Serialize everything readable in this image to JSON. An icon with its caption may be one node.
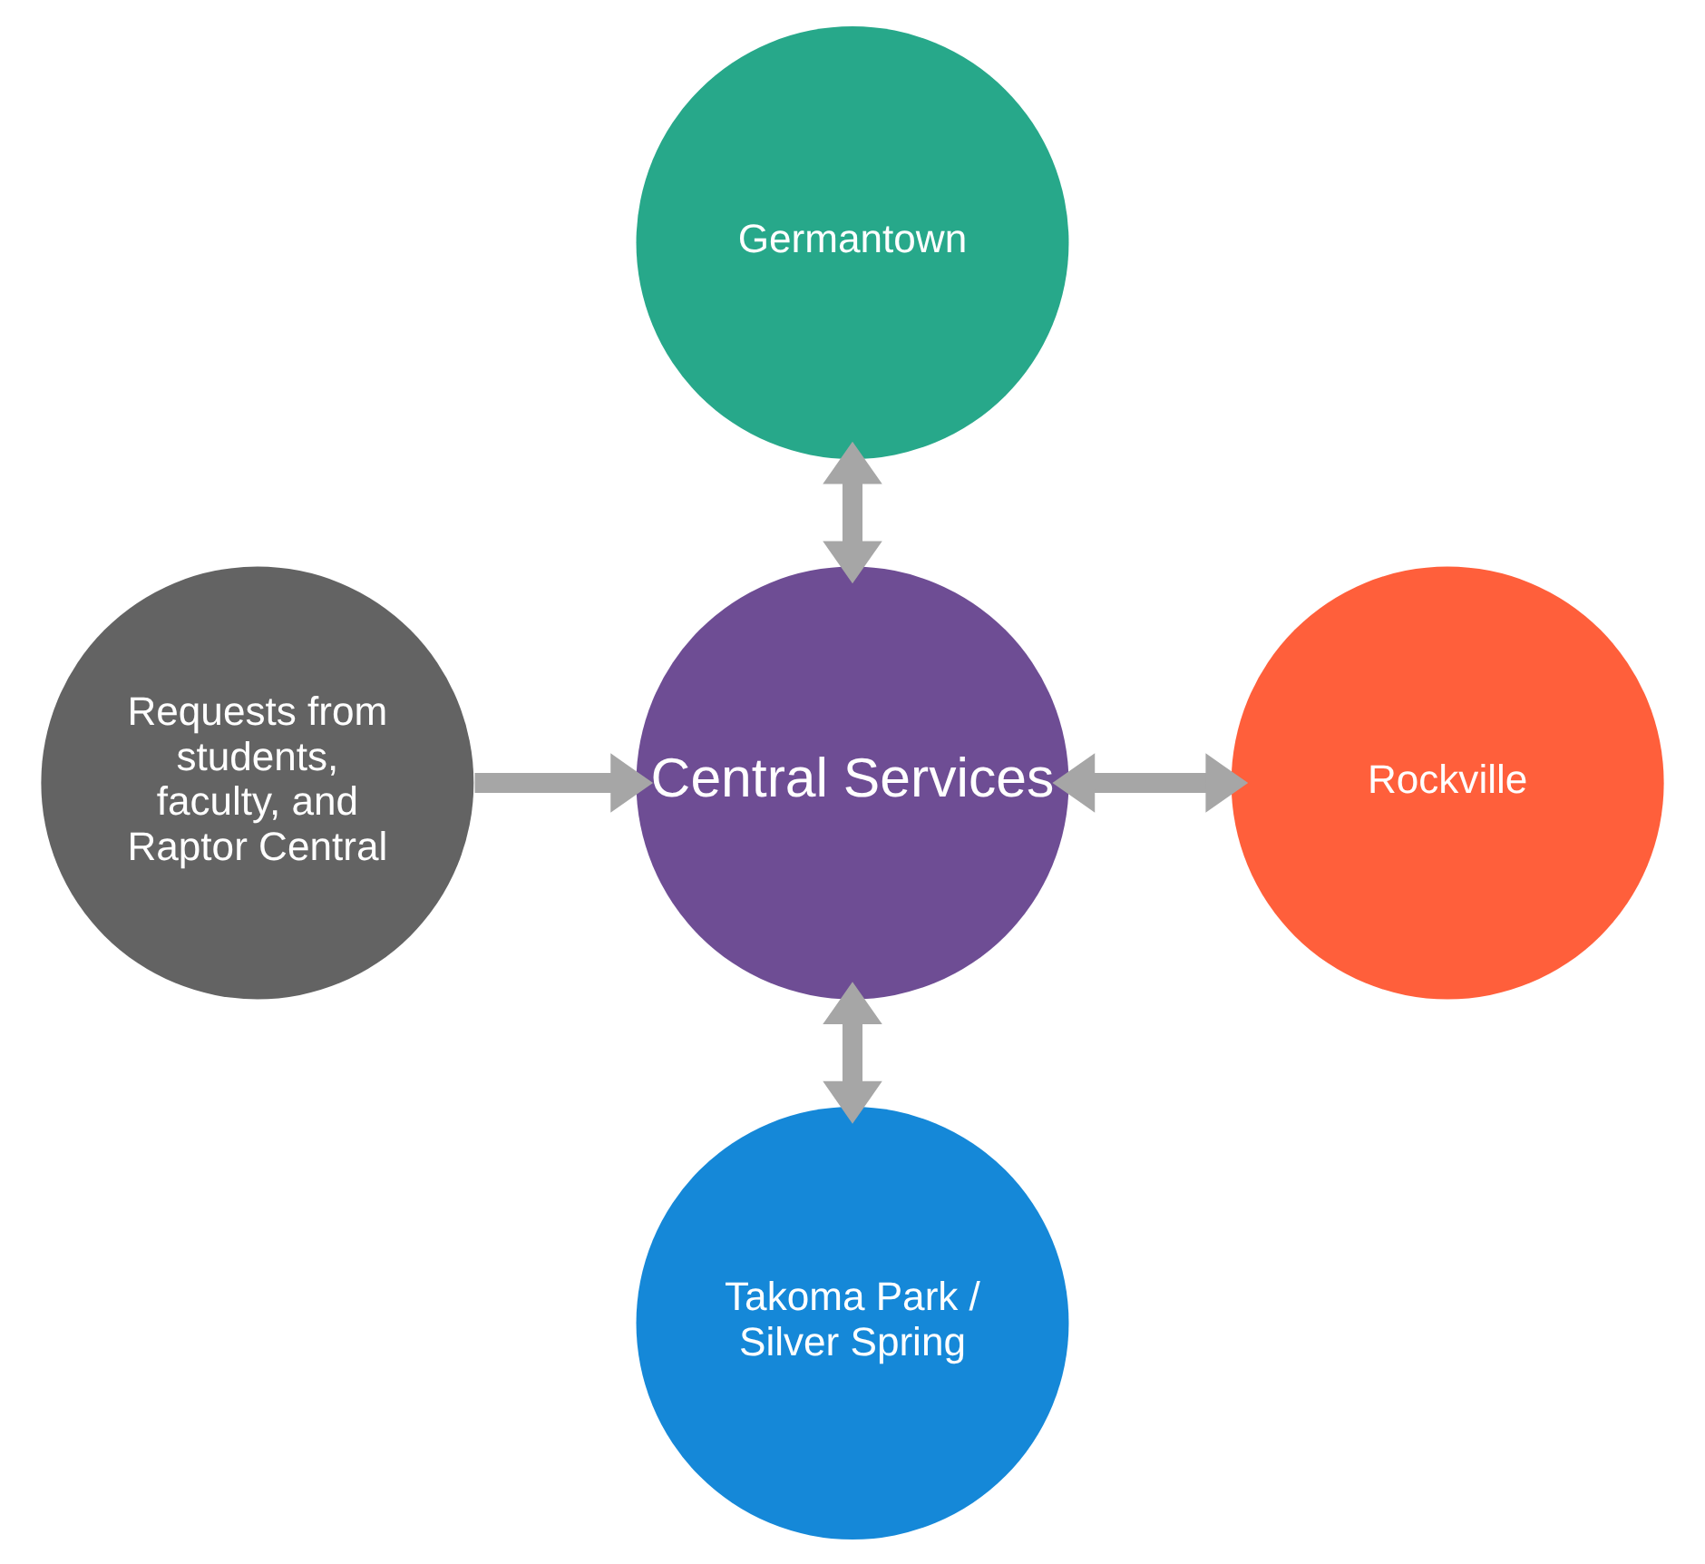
{
  "diagram": {
    "nodes": [
      {
        "text": [
          "Germantown"
        ]
      },
      {
        "text": [
          "Requests from students, faculty, and Raptor Central"
        ]
      },
      {
        "text": [
          "Central Services"
        ]
      },
      {
        "text": [
          "Rockville"
        ]
      },
      {
        "text": [
          "Takoma Park / Silver Spring"
        ]
      }
    ],
    "edges": [
      {
        "from": 0,
        "to": 2,
        "arrow": "both"
      },
      {
        "from": 1,
        "to": 2,
        "arrow": "to"
      },
      {
        "from": 2,
        "to": 3,
        "arrow": "both"
      },
      {
        "from": 2,
        "to": 4,
        "arrow": "both"
      }
    ]
  }
}
